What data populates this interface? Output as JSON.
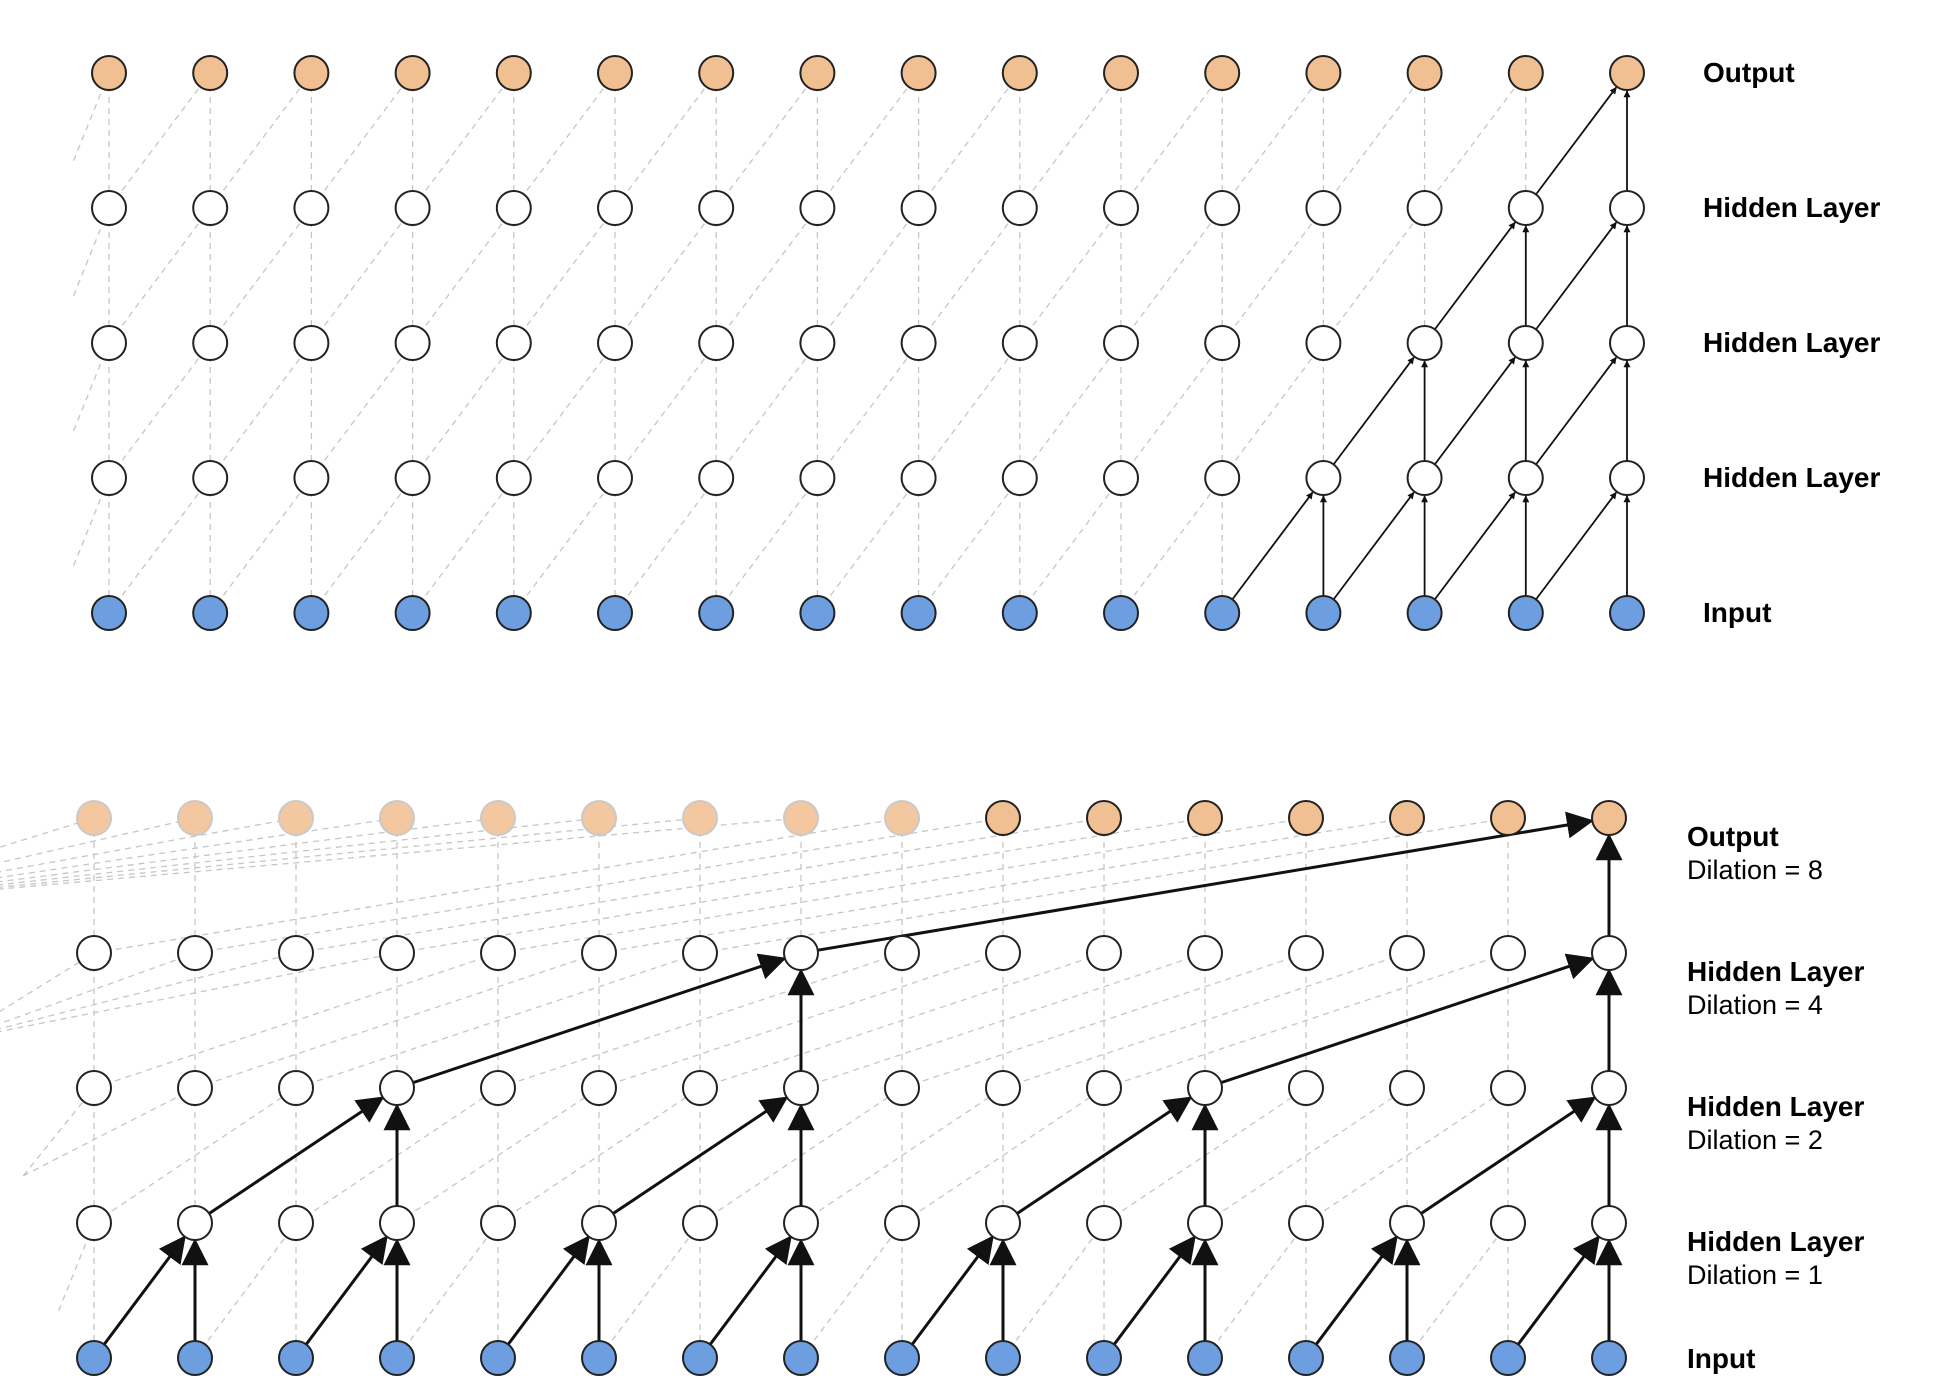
{
  "colors": {
    "input_fill": "#6C9EE0",
    "output_fill": "#F0BF92",
    "output_faded_fill": "#F3C8A0",
    "hidden_fill": "#FFFFFF",
    "node_stroke": "#222222",
    "faded_stroke": "#C9C9C9",
    "guide_line": "#C6C6C6",
    "arrow": "#111111"
  },
  "top_diagram": {
    "labels": [
      "Output",
      "Hidden Layer",
      "Hidden Layer",
      "Hidden Layer",
      "Input"
    ],
    "nodes_per_layer": 16,
    "kernel_size": 2,
    "dilations": [
      1,
      1,
      1,
      1
    ]
  },
  "bottom_diagram": {
    "labels": [
      {
        "main": "Output",
        "sub": "Dilation = 8"
      },
      {
        "main": "Hidden Layer",
        "sub": "Dilation = 4"
      },
      {
        "main": "Hidden Layer",
        "sub": "Dilation = 2"
      },
      {
        "main": "Hidden Layer",
        "sub": "Dilation = 1"
      },
      {
        "main": "Input",
        "sub": ""
      }
    ],
    "nodes_per_layer": 16,
    "kernel_size": 2,
    "dilations": [
      1,
      2,
      4,
      8
    ],
    "faded_output_count": 9
  }
}
